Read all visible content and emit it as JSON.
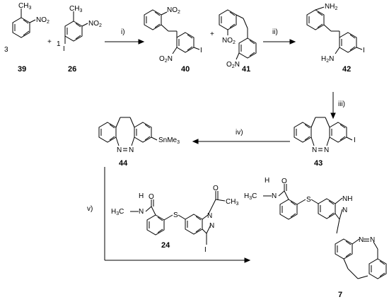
{
  "compound_labels": {
    "c39": "39",
    "c26": "26",
    "c40": "40",
    "c41": "41",
    "c42": "42",
    "c43": "43",
    "c44": "44",
    "c24": "24",
    "c7": "7"
  },
  "stoichiometry": {
    "c39": "3",
    "c26": "1"
  },
  "operators": {
    "plus": "+"
  },
  "reaction_steps": {
    "step1": "i)",
    "step2": "ii)",
    "step3": "iii)",
    "step4": "iv)",
    "step5": "v)"
  },
  "substituent_labels": {
    "methyl": "CH3",
    "nitro": "NO2",
    "nitro_left": "O2N",
    "amino": "NH2",
    "amino_left": "H2N",
    "iodo": "I",
    "stannyl": "SnMe3",
    "azo_n": "N",
    "amide_o": "O",
    "amide_nh": "N",
    "amide_h": "H",
    "sulfur": "S",
    "indazole_nh": "NH",
    "acetyl_o": "O"
  }
}
